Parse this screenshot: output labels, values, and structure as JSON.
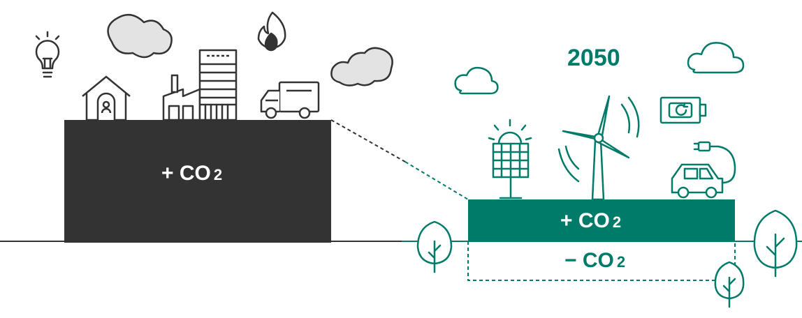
{
  "colors": {
    "dark": "#333333",
    "green": "#007b69",
    "cloud_gray": "#e3e3e3",
    "outline": "#333333"
  },
  "target_year": "2050",
  "before": {
    "label_sign": "+",
    "label_text": "CO",
    "label_sub": "2",
    "icons": [
      "lightbulb-icon",
      "cloud-icon",
      "house-icon",
      "factory-icon",
      "office-building-icon",
      "flame-icon",
      "truck-icon",
      "smoke-cloud-icon"
    ]
  },
  "after": {
    "emission_sign": "+",
    "emission_text": "CO",
    "emission_sub": "2",
    "absorption_sign": "−",
    "absorption_text": "CO",
    "absorption_sub": "2",
    "icons": [
      "solar-panel-icon",
      "wind-turbine-icon",
      "battery-icon",
      "electric-car-icon",
      "cloud-icon",
      "tree-icon"
    ]
  }
}
